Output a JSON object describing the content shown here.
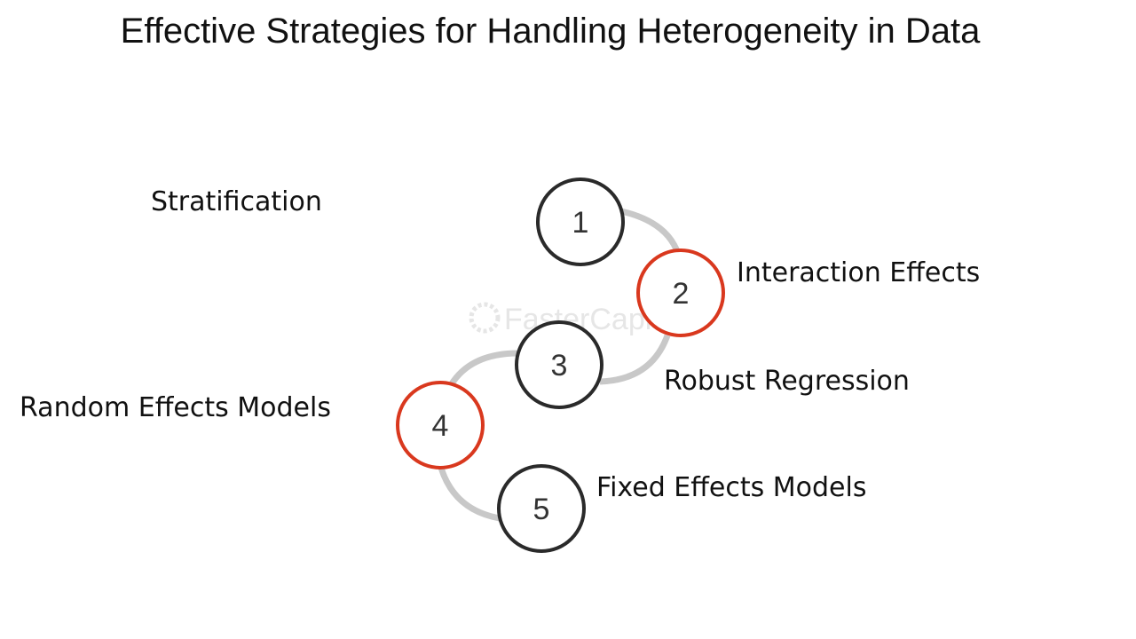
{
  "title": "Effective Strategies for Handling Heterogeneity in Data",
  "watermark": "FasterCapital",
  "colors": {
    "connector": "#c8c8c8",
    "circle_dark": "#2a2a2a",
    "circle_accent": "#d9381e"
  },
  "steps": [
    {
      "number": "1",
      "label": "Stratification",
      "accent": false
    },
    {
      "number": "2",
      "label": "Interaction Effects",
      "accent": true
    },
    {
      "number": "3",
      "label": "Robust Regression",
      "accent": false
    },
    {
      "number": "4",
      "label": "Random Effects Models",
      "accent": true
    },
    {
      "number": "5",
      "label": "Fixed Effects Models",
      "accent": false
    }
  ]
}
